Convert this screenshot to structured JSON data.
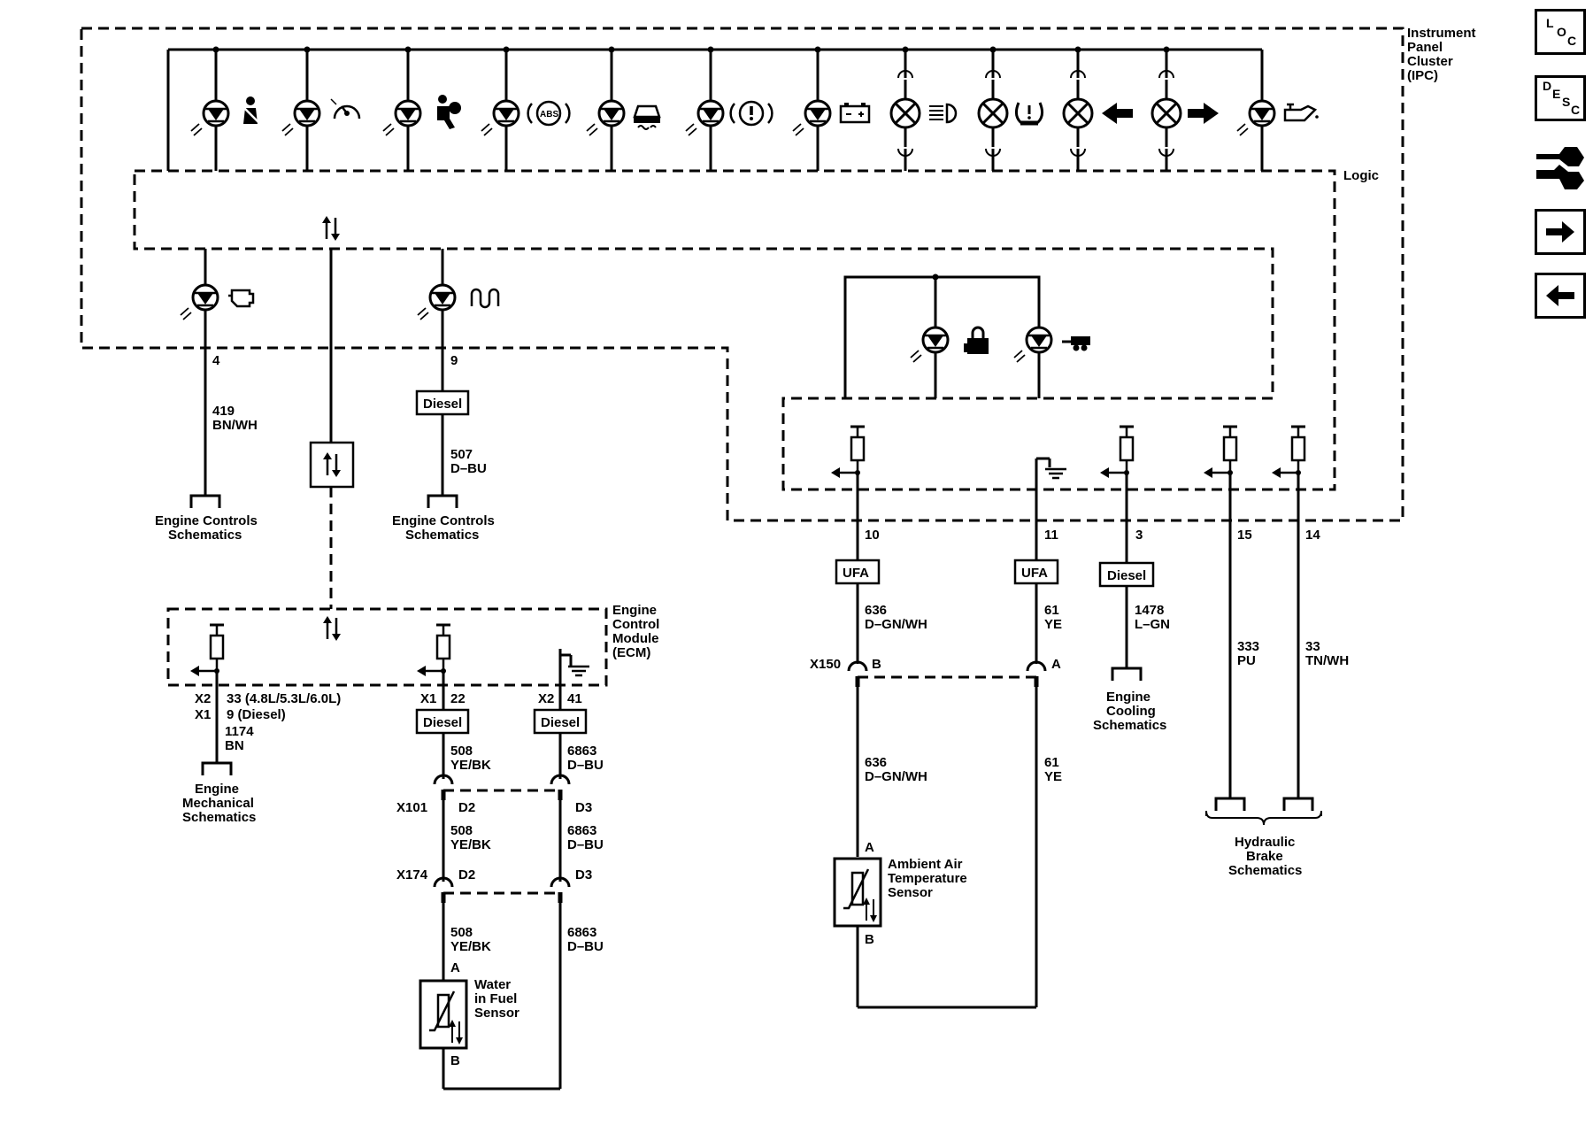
{
  "ipc": {
    "title_lines": [
      "Instrument",
      "Panel",
      "Cluster",
      "(IPC)"
    ],
    "logic_label": "Logic",
    "abs_label": "ABS"
  },
  "left": {
    "pin1": "4",
    "wire1_num": "419",
    "wire1_color": "BN/WH",
    "engine_controls_a": [
      "Engine Controls",
      "Schematics"
    ],
    "pin2": "9",
    "diesel1": "Diesel",
    "wire2_num": "507",
    "wire2_color": "D–BU",
    "engine_controls_b": [
      "Engine Controls",
      "Schematics"
    ]
  },
  "ecm": {
    "title_lines": [
      "Engine",
      "Control",
      "Module",
      "(ECM)"
    ],
    "conn1": "X2",
    "pin1": "33 (4.8L/5.3L/6.0L)",
    "conn1b": "X1",
    "pin1b": "9 (Diesel)",
    "wire1_num": "1174",
    "wire1_color": "BN",
    "engine_mech": [
      "Engine",
      "Mechanical",
      "Schematics"
    ],
    "conn2": "X1",
    "pin2": "22",
    "diesel2": "Diesel",
    "conn3": "X2",
    "pin3": "41",
    "diesel3": "Diesel",
    "wire2_num": "508",
    "wire2_color": "YE/BK",
    "wire3_num": "6863",
    "wire3_color": "D–BU",
    "x101": "X101",
    "x101_d2": "D2",
    "x101_d3": "D3",
    "wire2b_num": "508",
    "wire2b_color": "YE/BK",
    "wire3b_num": "6863",
    "wire3b_color": "D–BU",
    "x174": "X174",
    "x174_d2": "D2",
    "x174_d3": "D3",
    "wire2c_num": "508",
    "wire2c_color": "YE/BK",
    "wire3c_num": "6863",
    "wire3c_color": "D–BU",
    "sensor_pin_a": "A",
    "sensor_pin_b": "B",
    "sensor_lines": [
      "Water",
      "in Fuel",
      "Sensor"
    ]
  },
  "right": {
    "pin10": "10",
    "ufa1": "UFA",
    "wire10_num": "636",
    "wire10_color": "D–GN/WH",
    "pin11": "11",
    "ufa2": "UFA",
    "wire11_num": "61",
    "wire11_color": "YE",
    "x150": "X150",
    "x150_b": "B",
    "x150_a": "A",
    "wire10b_num": "636",
    "wire10b_color": "D–GN/WH",
    "wire11b_num": "61",
    "wire11b_color": "YE",
    "aat_pin_a": "A",
    "aat_pin_b": "B",
    "aat_lines": [
      "Ambient Air",
      "Temperature",
      "Sensor"
    ],
    "pin3": "3",
    "diesel4": "Diesel",
    "wire3_num": "1478",
    "wire3_color": "L–GN",
    "engine_cooling": [
      "Engine",
      "Cooling",
      "Schematics"
    ],
    "pin15": "15",
    "wire15_num": "333",
    "wire15_color": "PU",
    "pin14": "14",
    "wire14_num": "33",
    "wire14_color": "TN/WH",
    "hydraulic_brake": [
      "Hydraulic",
      "Brake",
      "Schematics"
    ]
  },
  "nav": {
    "loc": [
      "L",
      "O",
      "C"
    ],
    "desc": [
      "D",
      "E",
      "S",
      "C"
    ],
    "icons": [
      "connector-icon",
      "next-arrow-icon",
      "previous-arrow-icon"
    ]
  }
}
